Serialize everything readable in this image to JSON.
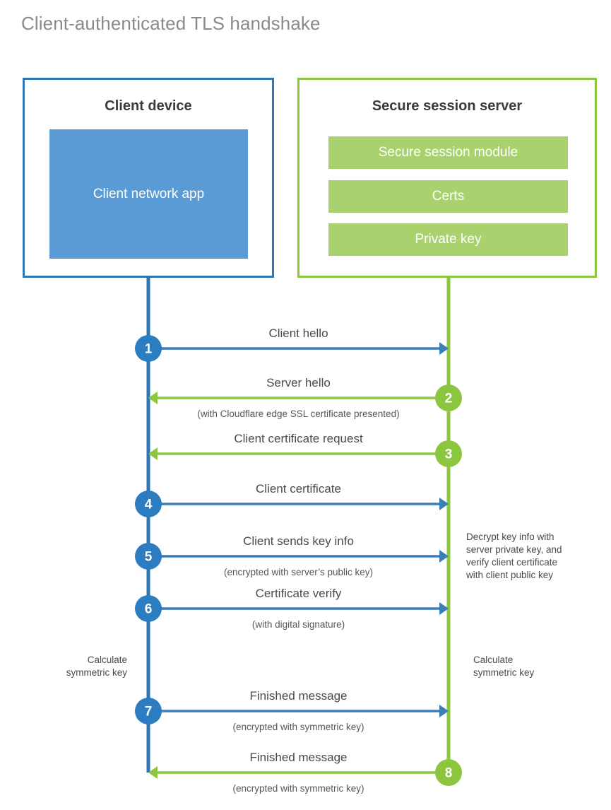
{
  "page": {
    "title": "Client-authenticated TLS handshake",
    "background": "#ffffff"
  },
  "colors": {
    "client_accent": "#2e75b6",
    "client_circle": "#2b7cc0",
    "client_app_fill": "#5b9bd5",
    "server_accent": "#8cc63e",
    "server_bar_fill": "#a9d26e",
    "title_text": "#8a8a8a",
    "label_text": "#4a4a4a"
  },
  "client": {
    "title": "Client device",
    "app_label": "Client network app"
  },
  "server": {
    "title": "Secure session server",
    "bars": [
      {
        "label": "Secure session module"
      },
      {
        "label": "Certs"
      },
      {
        "label": "Private key"
      }
    ]
  },
  "steps": [
    {
      "number": "1",
      "label": "Client hello",
      "sublabel": "",
      "direction": "client-to-server",
      "origin": "client"
    },
    {
      "number": "2",
      "label": "Server hello",
      "sublabel": "(with Cloudflare edge SSL certificate presented)",
      "direction": "server-to-client",
      "origin": "server"
    },
    {
      "number": "3",
      "label": "Client certificate request",
      "sublabel": "",
      "direction": "server-to-client",
      "origin": "server"
    },
    {
      "number": "4",
      "label": "Client certificate",
      "sublabel": "",
      "direction": "client-to-server",
      "origin": "client"
    },
    {
      "number": "5",
      "label": "Client sends key info",
      "sublabel": "(encrypted with server’s public key)",
      "direction": "client-to-server",
      "origin": "client"
    },
    {
      "number": "6",
      "label": "Certificate verify",
      "sublabel": "(with digital signature)",
      "direction": "client-to-server",
      "origin": "client"
    },
    {
      "number": "7",
      "label": "Finished message",
      "sublabel": "(encrypted with symmetric key)",
      "direction": "client-to-server",
      "origin": "client"
    },
    {
      "number": "8",
      "label": "Finished message",
      "sublabel": "(encrypted with symmetric key)",
      "direction": "server-to-client",
      "origin": "server"
    }
  ],
  "notes": {
    "server_decrypt": [
      "Decrypt key info with",
      "server private key, and",
      "verify client certificate",
      "with client public key"
    ],
    "client_calculate": [
      "Calculate",
      "symmetric key"
    ],
    "server_calculate": [
      "Calculate",
      "symmetric key"
    ]
  }
}
